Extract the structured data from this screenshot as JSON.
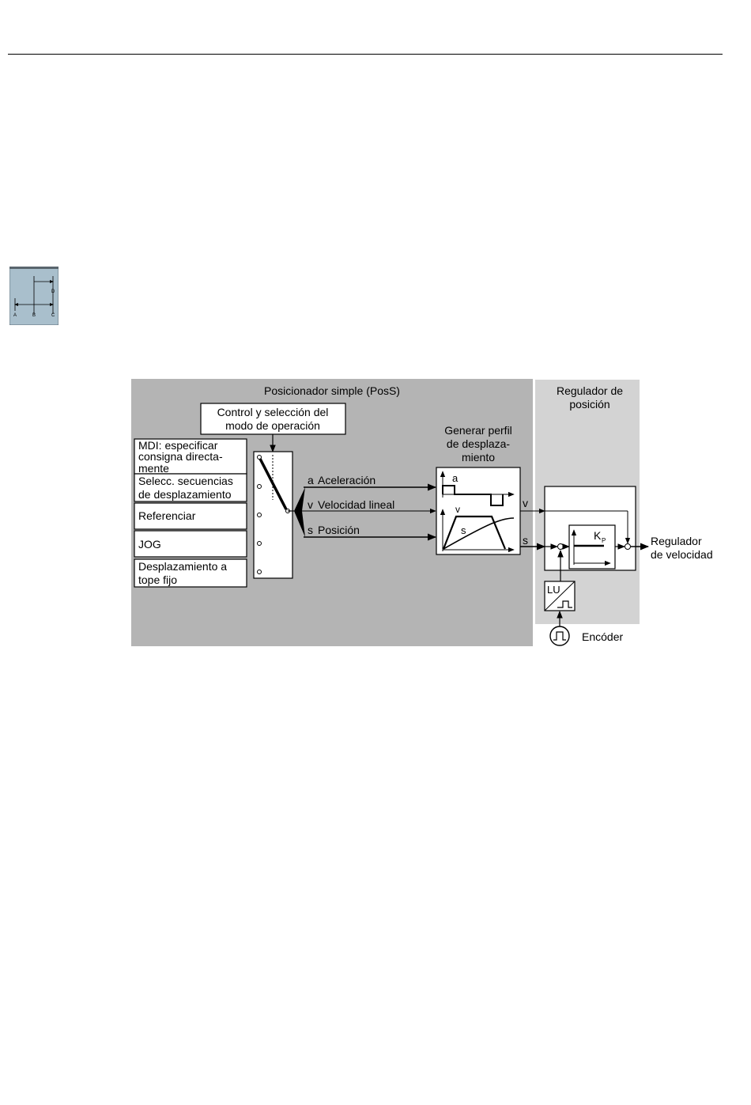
{
  "icon": {
    "name": "positioning-axis-icon",
    "letters": [
      "A",
      "B",
      "C",
      "D"
    ]
  },
  "diagram": {
    "poss_title": "Posicionador simple (PosS)",
    "regulator_title": [
      "Regulador de",
      "posición"
    ],
    "control_box": [
      "Control y selección del",
      "modo de operación"
    ],
    "modes": [
      [
        "MDI: especificar",
        "consigna directa-",
        "mente"
      ],
      [
        "Selecc. secuencias",
        "de desplazamiento"
      ],
      [
        "Referenciar"
      ],
      [
        "JOG"
      ],
      [
        "Desplazamiento a",
        "tope fijo"
      ]
    ],
    "signals": {
      "a_letter": "a",
      "a_label": "Aceleración",
      "v_letter": "v",
      "v_label": "Velocidad lineal",
      "s_letter": "s",
      "s_label": "Posición"
    },
    "profile_title": [
      "Generar perfil",
      "de desplaza-",
      "miento"
    ],
    "profile_letters": {
      "a": "a",
      "v": "v",
      "s": "s"
    },
    "out_v": "v",
    "out_s": "s",
    "kp_label": "K",
    "kp_sub": "P",
    "lu_label": "LU",
    "output_label": [
      "Regulador",
      "de velocidad"
    ],
    "encoder_label": "Encóder",
    "colors": {
      "panel": "#b4b4b4",
      "regulator_panel": "#d3d3d3",
      "box": "#ffffff",
      "icon_bg": "#a9bfcc"
    }
  }
}
